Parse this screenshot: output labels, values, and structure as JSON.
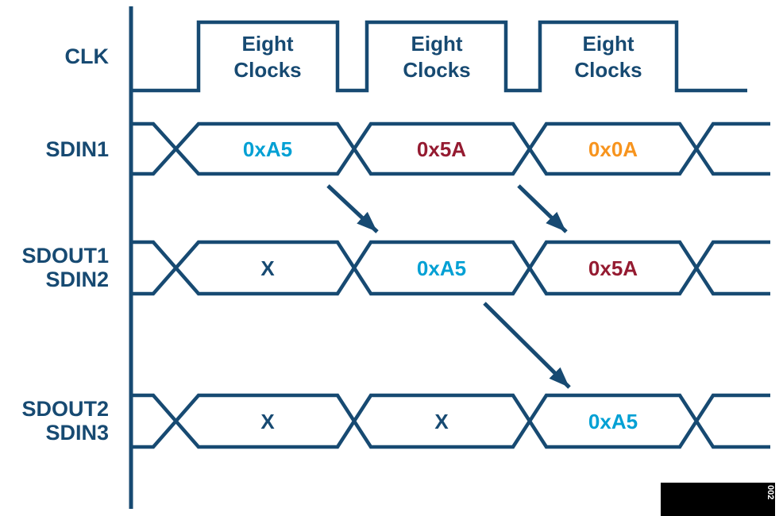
{
  "colors": {
    "navy": "#174A72",
    "cyan": "#00A0D4",
    "crimson": "#951B31",
    "orange": "#F7941E",
    "black": "#000000",
    "white": "#FFFFFF",
    "background": "#FFFFFF"
  },
  "clock": {
    "label": "CLK",
    "pulse_label": {
      "line1": "Eight",
      "line2": "Clocks"
    },
    "pulse_count": 3
  },
  "signals": {
    "sdin1": {
      "label": "SDIN1"
    },
    "sdout1_sdin2": {
      "line1": "SDOUT1",
      "line2": "SDIN2"
    },
    "sdout2_sdin3": {
      "line1": "SDOUT2",
      "line2": "SDIN3"
    }
  },
  "rows": [
    {
      "name": "SDIN1",
      "cells": [
        {
          "value": "0xA5",
          "color": "#00A0D4"
        },
        {
          "value": "0x5A",
          "color": "#951B31"
        },
        {
          "value": "0x0A",
          "color": "#F7941E"
        }
      ]
    },
    {
      "name": "SDOUT1/SDIN2",
      "cells": [
        {
          "value": "X",
          "color": "#174A72"
        },
        {
          "value": "0xA5",
          "color": "#00A0D4"
        },
        {
          "value": "0x5A",
          "color": "#951B31"
        }
      ]
    },
    {
      "name": "SDOUT2/SDIN3",
      "cells": [
        {
          "value": "X",
          "color": "#174A72"
        },
        {
          "value": "X",
          "color": "#174A72"
        },
        {
          "value": "0xA5",
          "color": "#00A0D4"
        }
      ]
    }
  ],
  "arrows": [
    {
      "from": "SDIN1 0xA5",
      "to": "SDOUT1 0xA5"
    },
    {
      "from": "SDIN1 0x5A",
      "to": "SDOUT1 0x5A"
    },
    {
      "from": "SDOUT1 0xA5",
      "to": "SDOUT2 0xA5"
    }
  ],
  "watermark": {
    "figure_code": "002"
  }
}
